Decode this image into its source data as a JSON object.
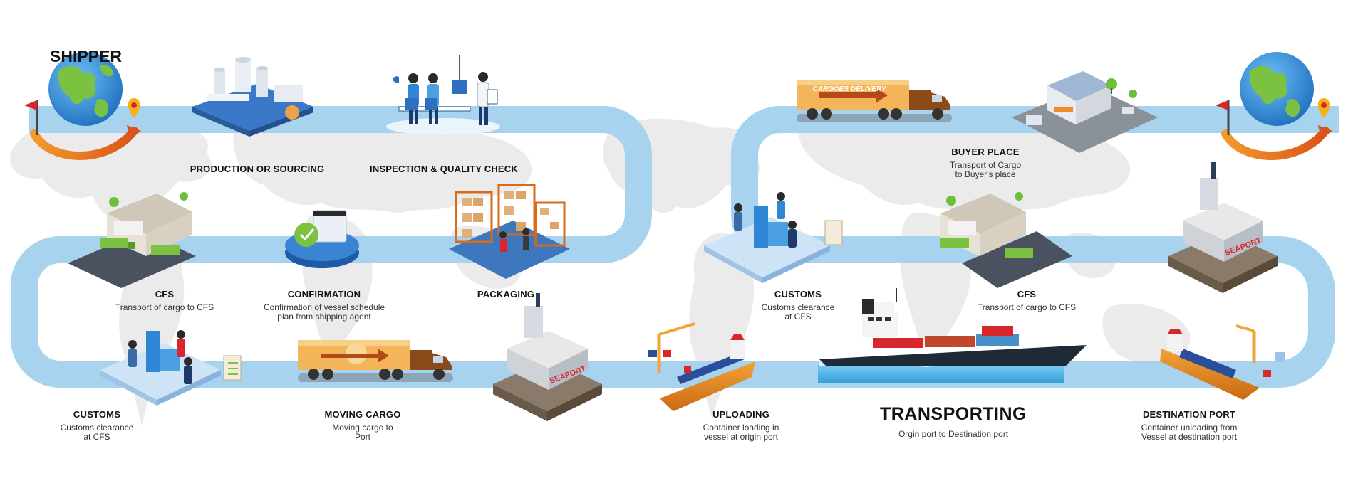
{
  "shipper_title": "SHIPPER",
  "stages": {
    "production": {
      "title": "PRODUCTION OR SOURCING"
    },
    "inspection": {
      "title": "INSPECTION & QUALITY CHECK"
    },
    "cfs_origin": {
      "title": "CFS",
      "desc": "Transport of cargo to CFS"
    },
    "confirmation": {
      "title": "CONFIRMATION",
      "desc_line1": "Confirmation of vessel schedule",
      "desc_line2": "plan from shipping agent"
    },
    "packaging": {
      "title": "PACKAGING"
    },
    "customs_origin": {
      "title": "CUSTOMS",
      "desc_line1": "Customs clearance",
      "desc_line2": "at CFS"
    },
    "moving_cargo": {
      "title": "MOVING CARGO",
      "desc_line1": "Moving cargo to",
      "desc_line2": "Port"
    },
    "uploading": {
      "title": "UPLOADING",
      "desc_line1": "Container loading in",
      "desc_line2": "vessel at origin port"
    },
    "customs_dest": {
      "title": "CUSTOMS",
      "desc_line1": "Customs clearance",
      "desc_line2": "at CFS"
    },
    "cfs_dest": {
      "title": "CFS",
      "desc": "Transport of cargo to CFS"
    },
    "buyer_place": {
      "title": "BUYER PLACE",
      "desc_line1": "Transport of Cargo",
      "desc_line2": "to Buyer's place"
    },
    "destination_port": {
      "title": "DESTINATION PORT",
      "desc_line1": "Container unloading from",
      "desc_line2": "Vessel at destination port"
    }
  },
  "transporting": {
    "title": "TRANSPORTING",
    "desc": "Orgin port to Destination port"
  },
  "truck_sign": "CARGOES DELIVERY",
  "port_sign": "SEAPORT",
  "colors": {
    "route": "#a7d3ef",
    "route_dark": "#7fbde6",
    "map": "#ececec",
    "globe_ocean": "#2f8fd8",
    "globe_land": "#7cc242",
    "arrow_orange": "#e8751a"
  }
}
